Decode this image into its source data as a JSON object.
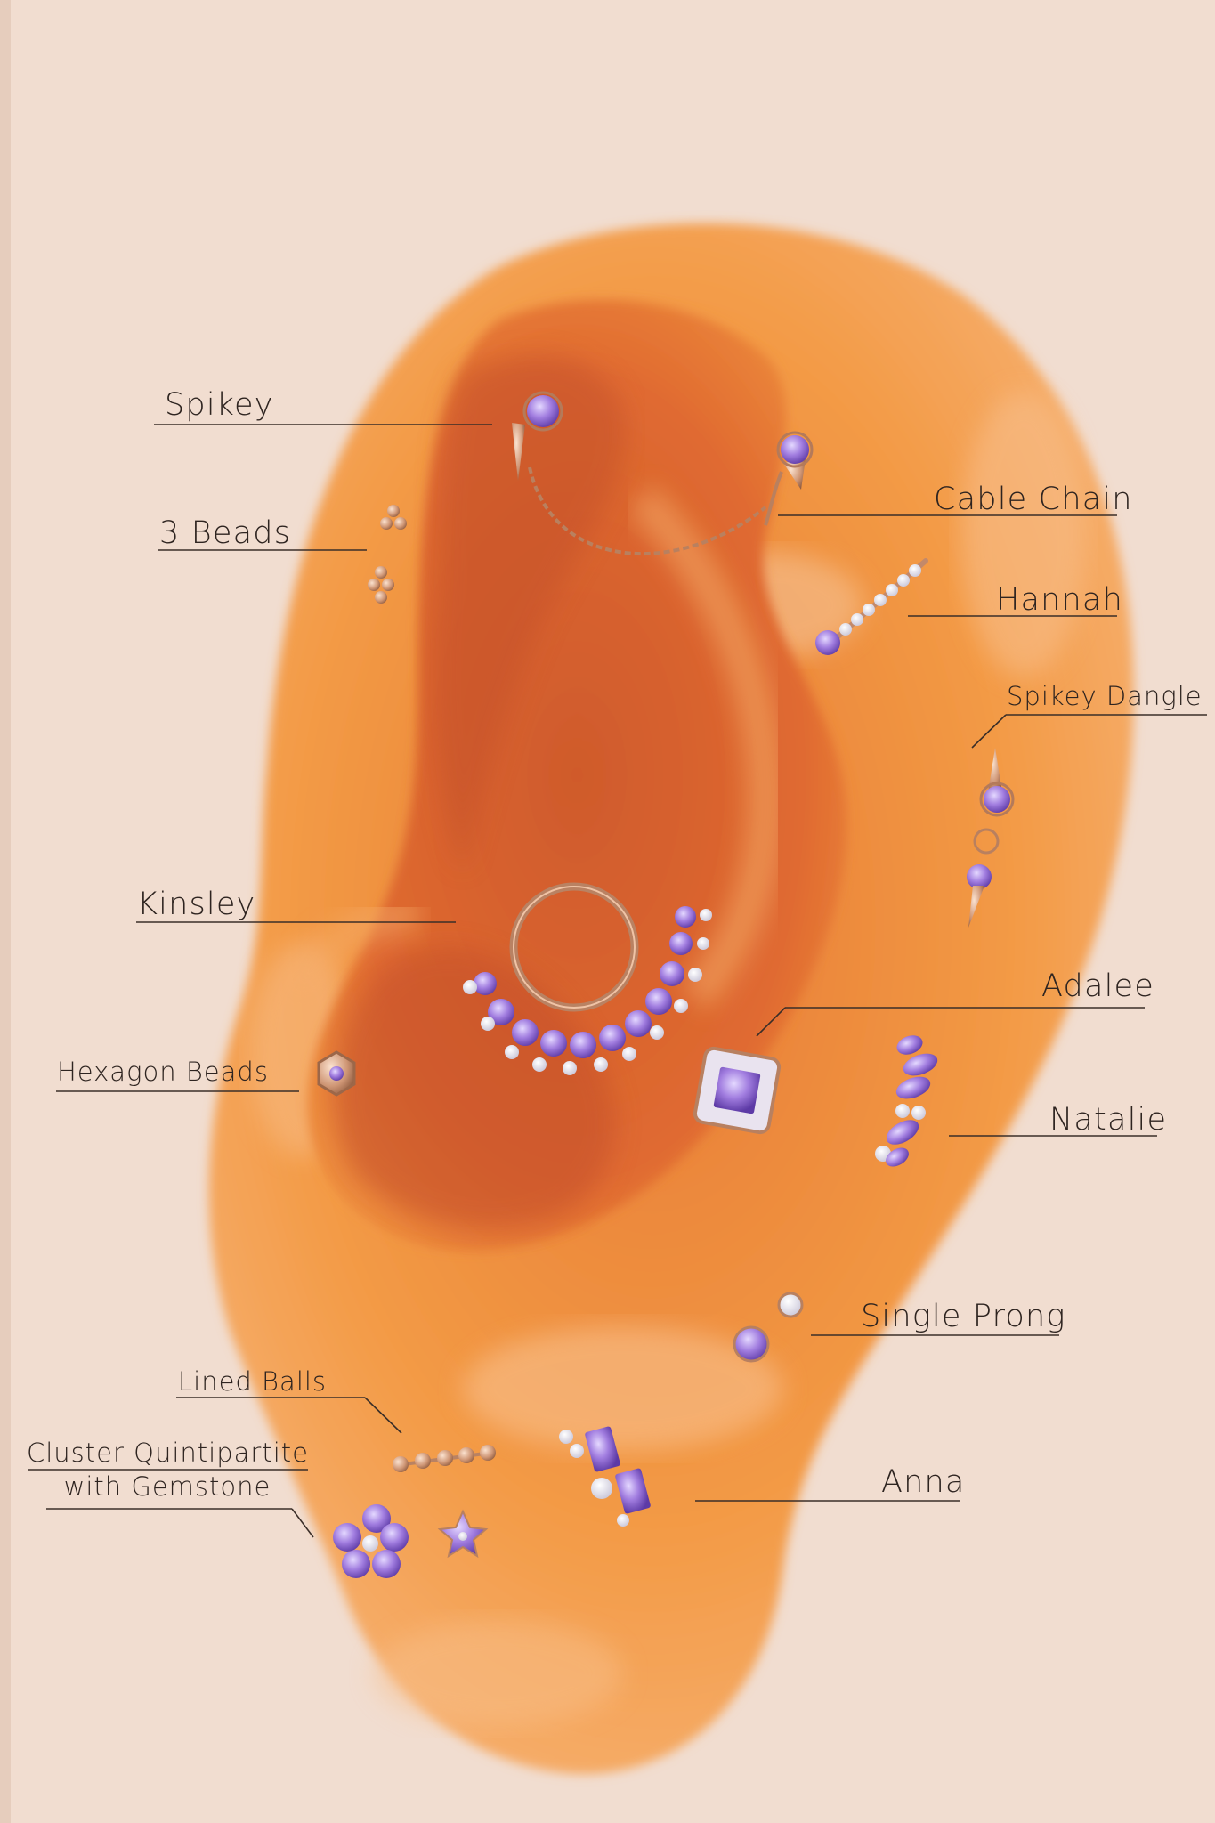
{
  "labels": {
    "spikey": "Spikey",
    "cable_chain": "Cable Chain",
    "three_beads": "3 Beads",
    "hannah": "Hannah",
    "spikey_dangle": "Spikey Dangle",
    "kinsley": "Kinsley",
    "adalee": "Adalee",
    "hexagon_beads": "Hexagon Beads",
    "natalie": "Natalie",
    "single_prong": "Single Prong",
    "lined_balls": "Lined Balls",
    "cluster_line1": "Cluster Quintipartite",
    "cluster_line2": "with Gemstone",
    "anna": "Anna"
  },
  "colors": {
    "background": "#f1ddd0",
    "ear_outer": "#f3953c",
    "ear_inner": "#e0682d",
    "ear_shadow": "#c9502a",
    "gold": "#c98e6b",
    "gem_purple": "#8b5fd0",
    "gem_light": "#c9b3f0",
    "crystal": "#f4f2fb",
    "text": "#2e2420"
  }
}
